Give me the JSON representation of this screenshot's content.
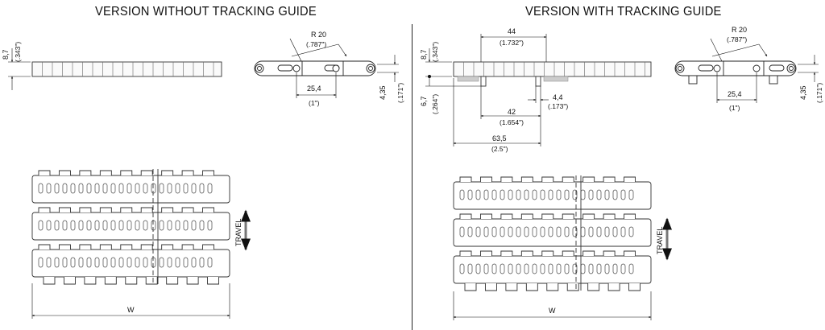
{
  "left_view": {
    "title": "VERSION WITHOUT TRACKING GUIDE",
    "dims": {
      "thickness_mm": "8,7",
      "thickness_in": "(.343\")",
      "radius_mm": "R 20",
      "radius_in": "(.787\")",
      "pitch_mm": "25,4",
      "pitch_in": "(1\")",
      "hinge_mm": "4,35",
      "hinge_in": "(.171\")"
    },
    "width_label": "W",
    "travel_label": "TRAVEL"
  },
  "right_view": {
    "title": "VERSION WITH TRACKING GUIDE",
    "dims": {
      "thickness_mm": "8,7",
      "thickness_in": "(.343\")",
      "guide_height_mm": "6,7",
      "guide_height_in": "(.264\")",
      "guide_spacing_mm": "44",
      "guide_spacing_in": "(1.732\")",
      "guide_offset_mm": "42",
      "guide_offset_in": "(1.654\")",
      "guide_width_mm": "4,4",
      "guide_width_in": "(.173\")",
      "edge_distance_mm": "63,5",
      "edge_distance_in": "(2.5\")",
      "radius_mm": "R 20",
      "radius_in": "(.787\")",
      "pitch_mm": "25,4",
      "pitch_in": "(1\")",
      "hinge_mm": "4,35",
      "hinge_in": "(.171\")"
    },
    "width_label": "W",
    "travel_label": "TRAVEL"
  }
}
